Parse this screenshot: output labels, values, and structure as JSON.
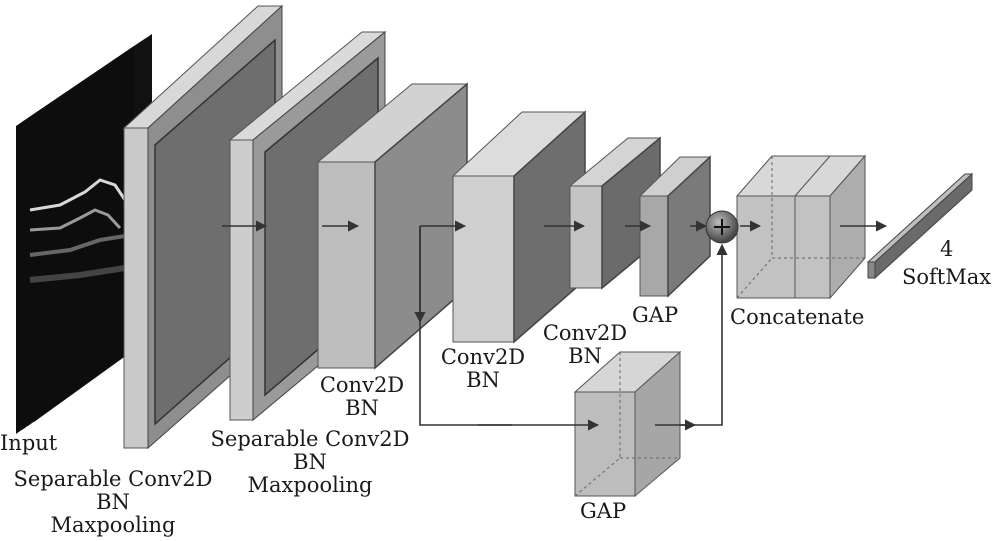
{
  "labels": {
    "input": "Input",
    "block1": [
      "Separable Conv2D",
      "BN",
      "Maxpooling"
    ],
    "block2": [
      "Separable Conv2D",
      "BN",
      "Maxpooling"
    ],
    "block3": [
      "Conv2D",
      "BN"
    ],
    "block4": [
      "Conv2D",
      "BN"
    ],
    "block5": [
      "Conv2D",
      "BN"
    ],
    "gap_top": "GAP",
    "gap_bottom": "GAP",
    "concatenate": "Concatenate",
    "output_units": "4",
    "output_activation": "SoftMax",
    "add_symbol": "+"
  },
  "colors": {
    "face_dark": "#5f5f5f",
    "face_mid": "#8a8a8a",
    "face_light": "#c8c8c8",
    "box_gray": "#bdbdbd",
    "line": "#333333"
  }
}
